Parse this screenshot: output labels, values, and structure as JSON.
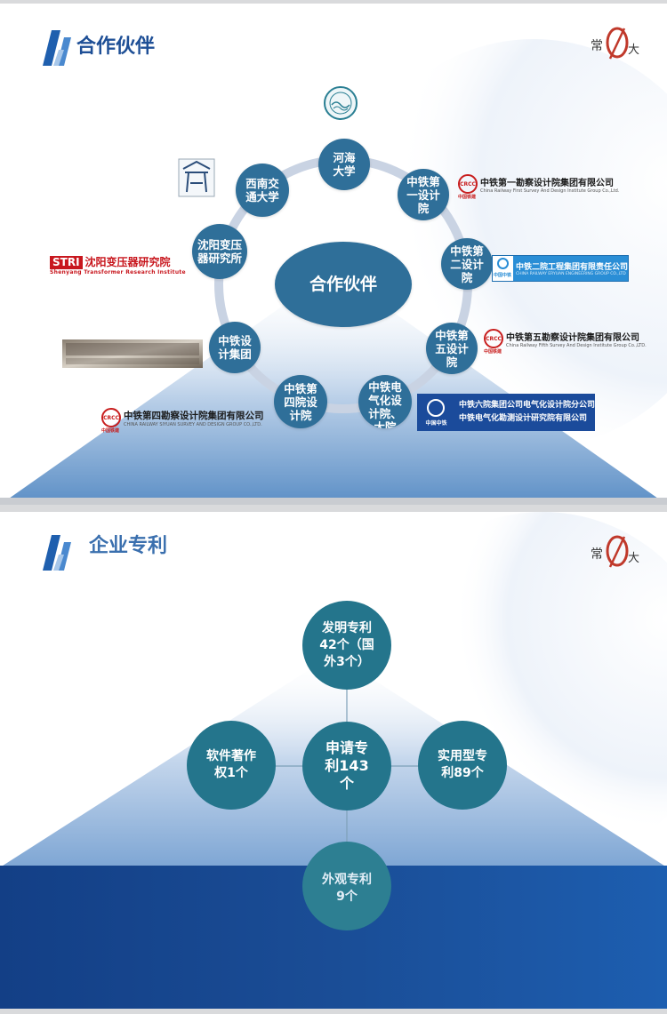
{
  "slide1": {
    "title": "合作伙伴",
    "center_label": "合作伙伴",
    "nodes": [
      "河海\n大学",
      "中铁第\n一设计\n院",
      "中铁第\n二设计\n院",
      "中铁第\n五设计\n院",
      "中铁电\n气化设\n计院、\n大院",
      "中铁第\n四院设\n计院",
      "中铁设\n计集团",
      "沈阳变压\n器研究所",
      "西南交\n通大学"
    ],
    "partners": {
      "first_survey": {
        "name": "中铁第一勘察设计院集团有限公司",
        "sub": "China Railway First Survey And Design Institute Group Co.,Ltd.",
        "badge": "CRCC",
        "badge_caption": "中国铁建"
      },
      "eryuan": {
        "name": "中铁二院工程集团有限责任公司",
        "sub": "CHINA RAILWAY ERYUAN ENGINEERING GROUP CO.,LTD",
        "badge_caption": "中国中铁"
      },
      "fifth_survey": {
        "name": "中铁第五勘察设计院集团有限公司",
        "sub": "China Railway Fifth Survey And Design Institute Group Co.,LTD.",
        "badge": "CRCC",
        "badge_caption": "中国铁建"
      },
      "sixth_elec": {
        "line1": "中铁六院集团公司电气化设计院分公司",
        "line2": "中铁电气化勘测设计研究院有限公司",
        "caption": "中国中铁"
      },
      "siyuan": {
        "name": "中铁第四勘察设计院集团有限公司",
        "sub": "CHINA RAILWAY SIYUAN SURVEY AND DESIGN GROUP CO.,LTD.",
        "badge": "CRCC",
        "badge_caption": "中国铁建"
      },
      "stri": {
        "abbr": "STRI",
        "name": "沈阳变压器研究院",
        "sub": "Shenyang Transformer Research Institute"
      }
    },
    "colors": {
      "node": "#2f6f99",
      "ring": "#c9d3e3",
      "center": "#2f6f99"
    }
  },
  "slide2": {
    "title": "企业专利",
    "center": "申请专\n利143\n个",
    "top": "发明专利\n42个（国\n外3个）",
    "left": "软件著作\n权1个",
    "right": "实用型专\n利89个",
    "bottom": "外观专利\n9个",
    "colors": {
      "node": "#24758c",
      "band": "#1a4d96"
    }
  }
}
